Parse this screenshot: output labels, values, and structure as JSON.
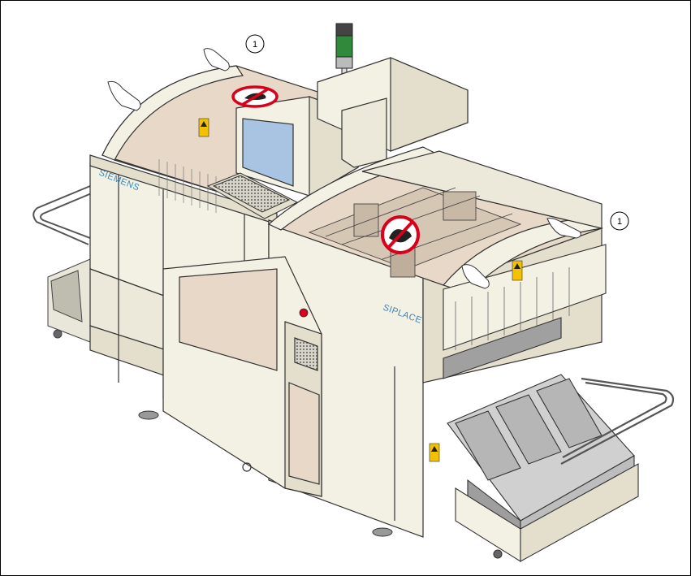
{
  "figure": {
    "brand_left": "SIEMENS",
    "brand_right": "SIPLACE",
    "callouts": [
      {
        "label": "1"
      },
      {
        "label": "1"
      }
    ],
    "colors": {
      "housing": "#f3f0e4",
      "housing_shade": "#e4dfcd",
      "interior": "#e8d8c8",
      "screen": "#a9c4e2",
      "brand_text": "#3a86b8",
      "warning_yellow": "#f2c200",
      "prohibition_red": "#d9001b",
      "signal_green": "#2f8a3c"
    },
    "icons": [
      "hand-prohibition-icon",
      "warning-triangle-icon",
      "signal-tower-icon",
      "emergency-stop-icon"
    ]
  }
}
